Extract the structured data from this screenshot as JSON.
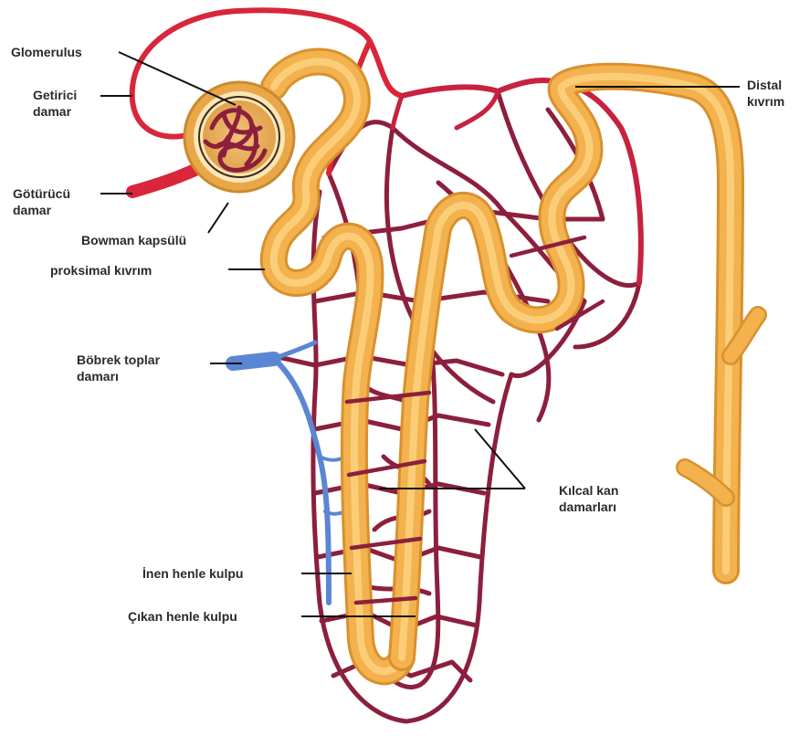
{
  "labels": {
    "glomerulus": "Glomerulus",
    "afferent_line1": "Getirici",
    "afferent_line2": "damar",
    "efferent_line1": "Götürücü",
    "efferent_line2": "damar",
    "bowman": "Bowman kapsülü",
    "proximal": "proksimal kıvrım",
    "vein_line1": "Böbrek toplar",
    "vein_line2": "damarı",
    "distal_line1": "Distal",
    "distal_line2": "kıvrım",
    "capillary_line1": "Kılcal kan",
    "capillary_line2": "damarları",
    "descending_loop": "İnen henle kulpu",
    "ascending_loop": "Çıkan henle kulpu"
  },
  "colors": {
    "artery": "#d9263a",
    "capillary": "#8c1f3d",
    "vein": "#5b86d4",
    "tubule": "#f3b24e",
    "tubule_light": "#ffd98a",
    "tubule_shadow": "#d8912e",
    "label_text": "#2a2a2a",
    "leader_line": "#111111"
  }
}
